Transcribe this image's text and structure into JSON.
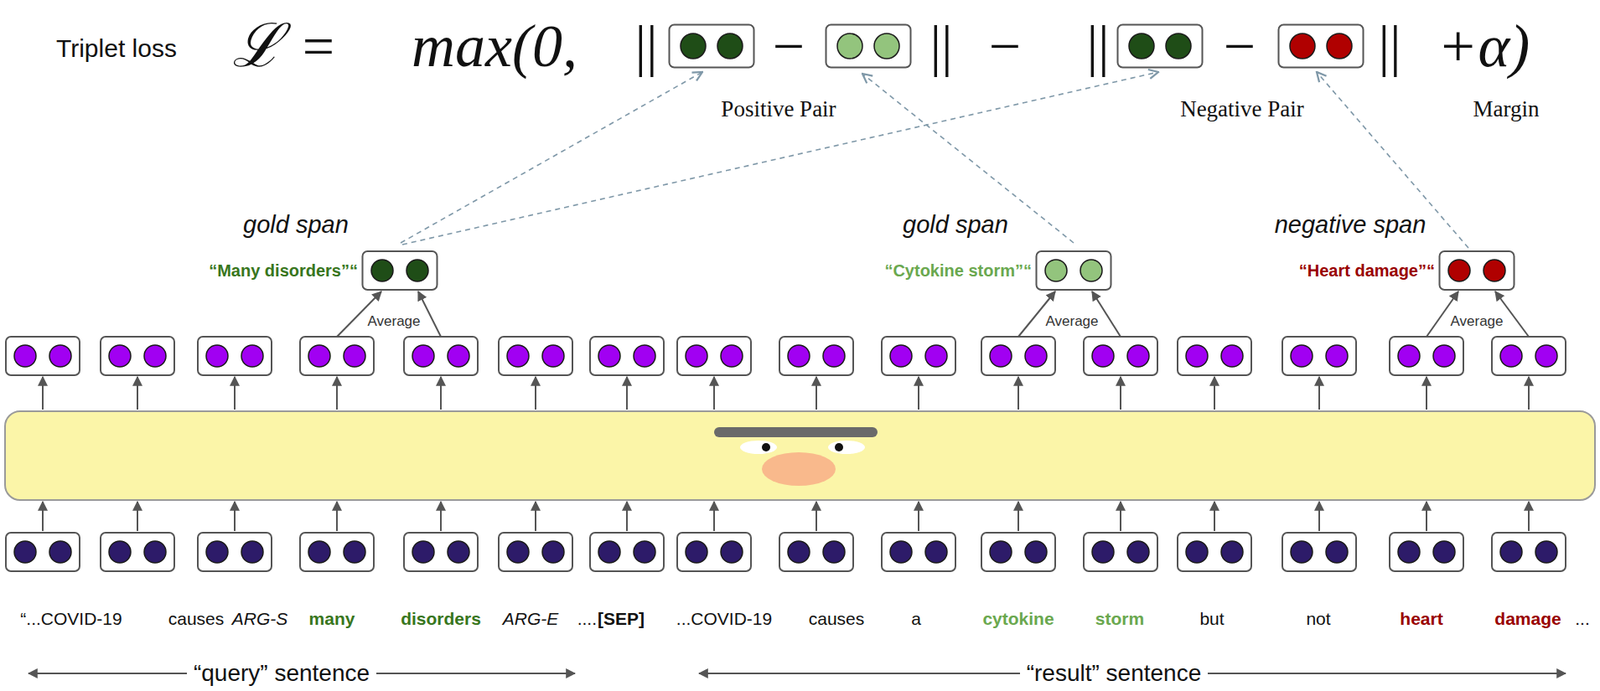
{
  "diagram": {
    "labels": [
      "Triplet loss",
      "ℒ",
      "=",
      "max(0,",
      "||",
      "−",
      "||",
      "−",
      "||",
      "−",
      "||",
      "+α)",
      "Positive Pair",
      "Negative Pair",
      "Margin",
      "gold span",
      "“Many disorders”“",
      "gold span",
      "“Cytokine storm”“",
      "negative span",
      "“Heart damage”“",
      "Average",
      "Average",
      "Average",
      "“...COVID-19",
      "causes",
      "ARG-S",
      "many",
      "disorders",
      "ARG-E",
      "....",
      "[SEP]",
      "...COVID-19",
      "causes",
      "a",
      "cytokine",
      "storm",
      "but",
      "not",
      "heart",
      "damage",
      "...",
      "“query” sentence",
      "“result” sentence"
    ]
  }
}
